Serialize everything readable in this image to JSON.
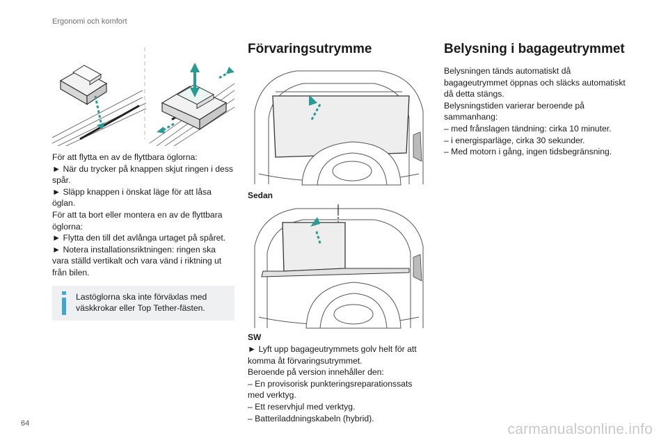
{
  "header": {
    "section": "Ergonomi och komfort"
  },
  "page_number": "64",
  "watermark": "carmanualsonline.info",
  "column1": {
    "paragraphs": [
      "För att flytta en av de flyttbara öglorna:",
      "► När du trycker på knappen skjut ringen i dess spår.",
      "► Släpp knappen i önskat läge för att låsa öglan.",
      "För att ta bort eller montera en av de flyttbara öglorna:",
      "► Flytta den till det avlånga urtaget på spåret.",
      "► Notera installationsriktningen: ringen ska vara ställd vertikalt och vara vänd i riktning ut från bilen."
    ],
    "note": "Lastöglorna ska inte förväxlas med väskkrokar eller Top Tether-fästen."
  },
  "column2": {
    "title": "Förvaringsutrymme",
    "caption_sedan": "Sedan",
    "caption_sw": "SW",
    "paragraphs": [
      "► Lyft upp bagageutrymmets golv helt för att komma åt förvaringsutrymmet.",
      "Beroende på version innehåller den:",
      "– En provisorisk punkteringsreparationssats med verktyg.",
      "– Ett reservhjul med verktyg.",
      "– Batteriladdningskabeln (hybrid)."
    ]
  },
  "column3": {
    "title": "Belysning i bagageutrymmet",
    "paragraphs": [
      "Belysningen tänds automatiskt då bagageutrymmet öppnas och släcks automatiskt då detta stängs.",
      "Belysningstiden varierar beroende på sammanhang:",
      "– med frånslagen tändning: cirka 10 minuter.",
      "– i energisparläge, cirka 30 sekunder.",
      "– Med motorn i gång, ingen tidsbegränsning."
    ]
  },
  "colors": {
    "accent_teal": "#2a9a94",
    "note_bg": "#eef0f2",
    "info_icon": "#3fa6d8"
  }
}
